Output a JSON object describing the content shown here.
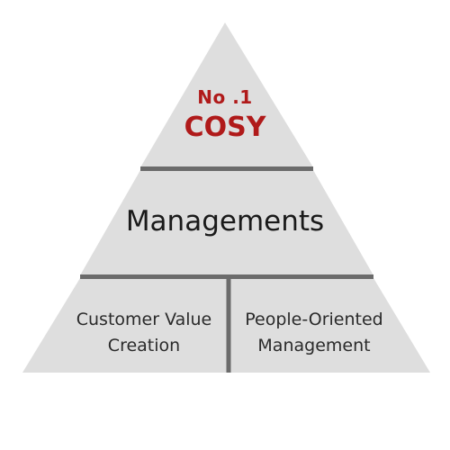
{
  "pyramid": {
    "top": {
      "rank": "No .1",
      "brand": "COSY"
    },
    "middle": {
      "label": "Managements"
    },
    "bottom": {
      "left": "Customer Value Creation",
      "right": "People-Oriented Management"
    }
  },
  "colors": {
    "fill": "#dedede",
    "divider": "#6b6b6b",
    "accent": "#b01a1a",
    "text": "#1a1a1a"
  }
}
